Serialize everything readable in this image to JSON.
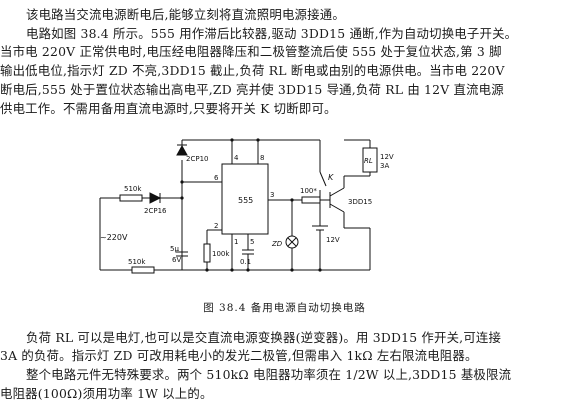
{
  "paragraphs": {
    "p1": [
      "该电路当交流电源断电后,能够立刻将直流照明电源接通。"
    ],
    "p2": [
      "电路如图 38.4 所示。555 用作滞后比较器,驱动 3DD15 通断,作为自动切换电子开关。",
      "当市电 220V 正常供电时,电压经电阻器降压和二极管整流后使 555 处于复位状态,第 3 脚",
      "输出低电位,指示灯 ZD 不亮,3DD15 截止,负荷 RL 断电或由别的电源供电。当市电 220V",
      "断电后,555 处于置位状态输出高电平,ZD 亮并使 3DD15 导通,负荷 RL 由 12V 直流电源",
      "供电工作。不需用备用直流电源时,只要将开关 K 切断即可。"
    ],
    "p3": [
      "负荷 RL 可以是电灯,也可以是交直流电源变换器(逆变器)。用 3DD15 作开关,可连接",
      "3A 的负荷。指示灯 ZD 可改用耗电小的发光二极管,但需串入 1kΩ 左右限流电阻器。"
    ],
    "p4": [
      "整个电路元件无特殊要求。两个 510kΩ 电阻器功率须在 1/2W 以上,3DD15 基极限流",
      "电阻器(100Ω)须用功率 1W 以上的。"
    ]
  },
  "figure": {
    "caption": "图 38.4    备用电源自动切换电路",
    "labels": {
      "d1": "2CP10",
      "d2": "2CP16",
      "r1": "510k",
      "r2": "510k",
      "ac": "~220V",
      "cap1_a": "5μ",
      "cap1_b": "6V",
      "r3": "100k",
      "cap2": "0.1",
      "ic": "555",
      "pin6": "6",
      "pin4": "4",
      "pin8": "8",
      "pin3": "3",
      "pin2": "2",
      "pin1": "1",
      "pin5": "5",
      "rb": "100*",
      "lamp": "ZD",
      "sw": "K",
      "batt": "12V",
      "relay_rl": "RL",
      "relay_v": "12V",
      "relay_a": "3A",
      "transistor": "3DD15"
    }
  }
}
